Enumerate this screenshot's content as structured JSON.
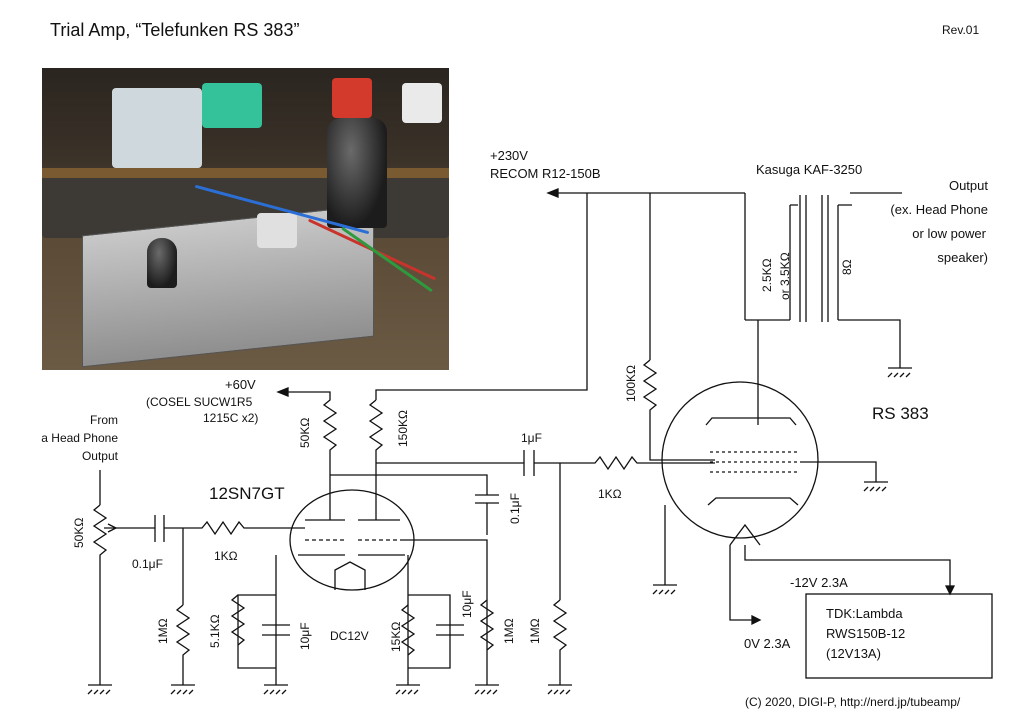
{
  "title": "Trial Amp, “Telefunken RS 383”",
  "revision": "Rev.01",
  "copyright": "(C) 2020, DIGI-P, http://nerd.jp/tubeamp/",
  "photo": {
    "description_icon": "photo-of-prototype"
  },
  "labels": {
    "plus230": "+230V",
    "recom": "RECOM R12-150B",
    "kasuga": "Kasuga KAF-3250",
    "output_line1": "Output",
    "output_line2": "(ex. Head Phone",
    "output_line3": "or low power",
    "output_line4": "speaker)",
    "primary_imp": "2.5KΩ",
    "primary_imp2": "or 3.5KΩ",
    "secondary_imp": "8Ω",
    "plus60": "+60V",
    "cosel1": "(COSEL SUCW1R5",
    "cosel2": "1215C x2)",
    "from1": "From",
    "from2": "a Head Phone",
    "from3": "Output",
    "r_100k": "100KΩ",
    "r_50k_plate": "50KΩ",
    "r_150k": "150KΩ",
    "c_1uf": "1μF",
    "r_1k_grid": "1KΩ",
    "rs383": "RS 383",
    "twelvesn7": "12SN7GT",
    "c_01uf_bypass": "0.1μF",
    "pot_50k": "50KΩ",
    "c_01uf_in": "0.1μF",
    "r_1k_in": "1KΩ",
    "r_1m_a": "1MΩ",
    "r_51k": "5.1KΩ",
    "c_10uf_a": "10μF",
    "dc12v": "DC12V",
    "r_15k": "15KΩ",
    "c_10uf_b": "10μF",
    "r_1m_b": "1MΩ",
    "r_1m_c": "1MΩ",
    "minus12": "-12V 2.3A",
    "zero_v": "0V 2.3A",
    "psu1": "TDK:Lambda",
    "psu2": "RWS150B-12",
    "psu3": "(12V13A)"
  }
}
